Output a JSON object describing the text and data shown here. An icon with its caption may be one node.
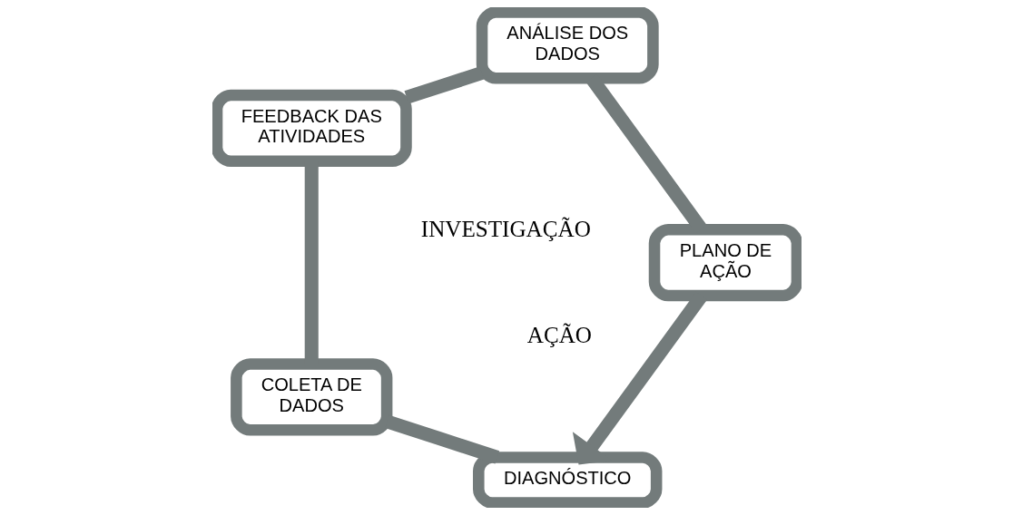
{
  "diagram": {
    "nodes": [
      {
        "text": [
          "DIAGNÓSTICO"
        ]
      },
      {
        "text": [
          "PLANO DE AÇÃO"
        ]
      },
      {
        "text": [
          "COLETA DE DADOS"
        ]
      },
      {
        "text": [
          "ANÁLISE DOS DADOS"
        ]
      },
      {
        "text": [
          "FEEDBACK DAS ATIVIDADES"
        ]
      }
    ],
    "edges": [
      {
        "from": 0,
        "to": 2,
        "arrow": "none"
      },
      {
        "from": 2,
        "to": 4,
        "arrow": "none"
      },
      {
        "from": 4,
        "to": 3,
        "arrow": "none"
      },
      {
        "from": 3,
        "to": 1,
        "arrow": "none"
      },
      {
        "from": 1,
        "to": 0,
        "arrow": "to"
      }
    ],
    "labels": [
      "AÇÃO",
      "INVESTIGAÇÃO"
    ]
  }
}
